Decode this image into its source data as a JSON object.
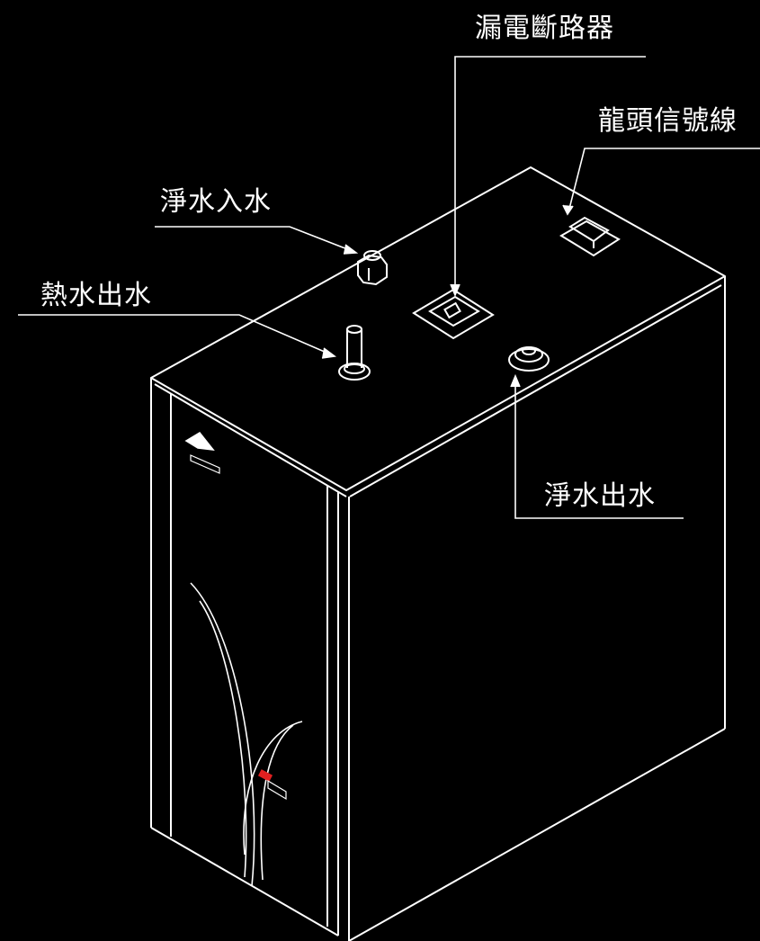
{
  "labels": {
    "leakage_breaker": "漏電斷路器",
    "faucet_signal_line": "龍頭信號線",
    "purified_water_inlet": "淨水入水",
    "hot_water_outlet": "熱水出水",
    "purified_water_outlet": "淨水出水"
  },
  "colors": {
    "background": "#000000",
    "line": "#ffffff",
    "accent": "#e02020"
  }
}
